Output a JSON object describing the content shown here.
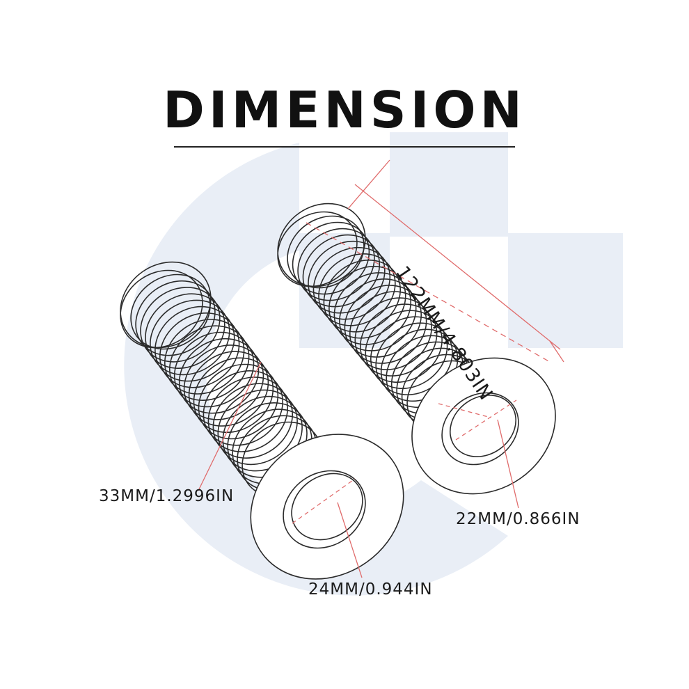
{
  "title": "DIMENSION",
  "dimensions": {
    "length": "122MM/4.803IN",
    "outer_diameter": "33MM/1.2996IN",
    "inner_diameter_left": "24MM/0.944IN",
    "inner_diameter_right": "22MM/0.866IN"
  },
  "colors": {
    "watermark": "#e9eef6",
    "outline": "#2b2b2b",
    "dimension_line": "#e06b6b",
    "text": "#1a1a1a"
  }
}
